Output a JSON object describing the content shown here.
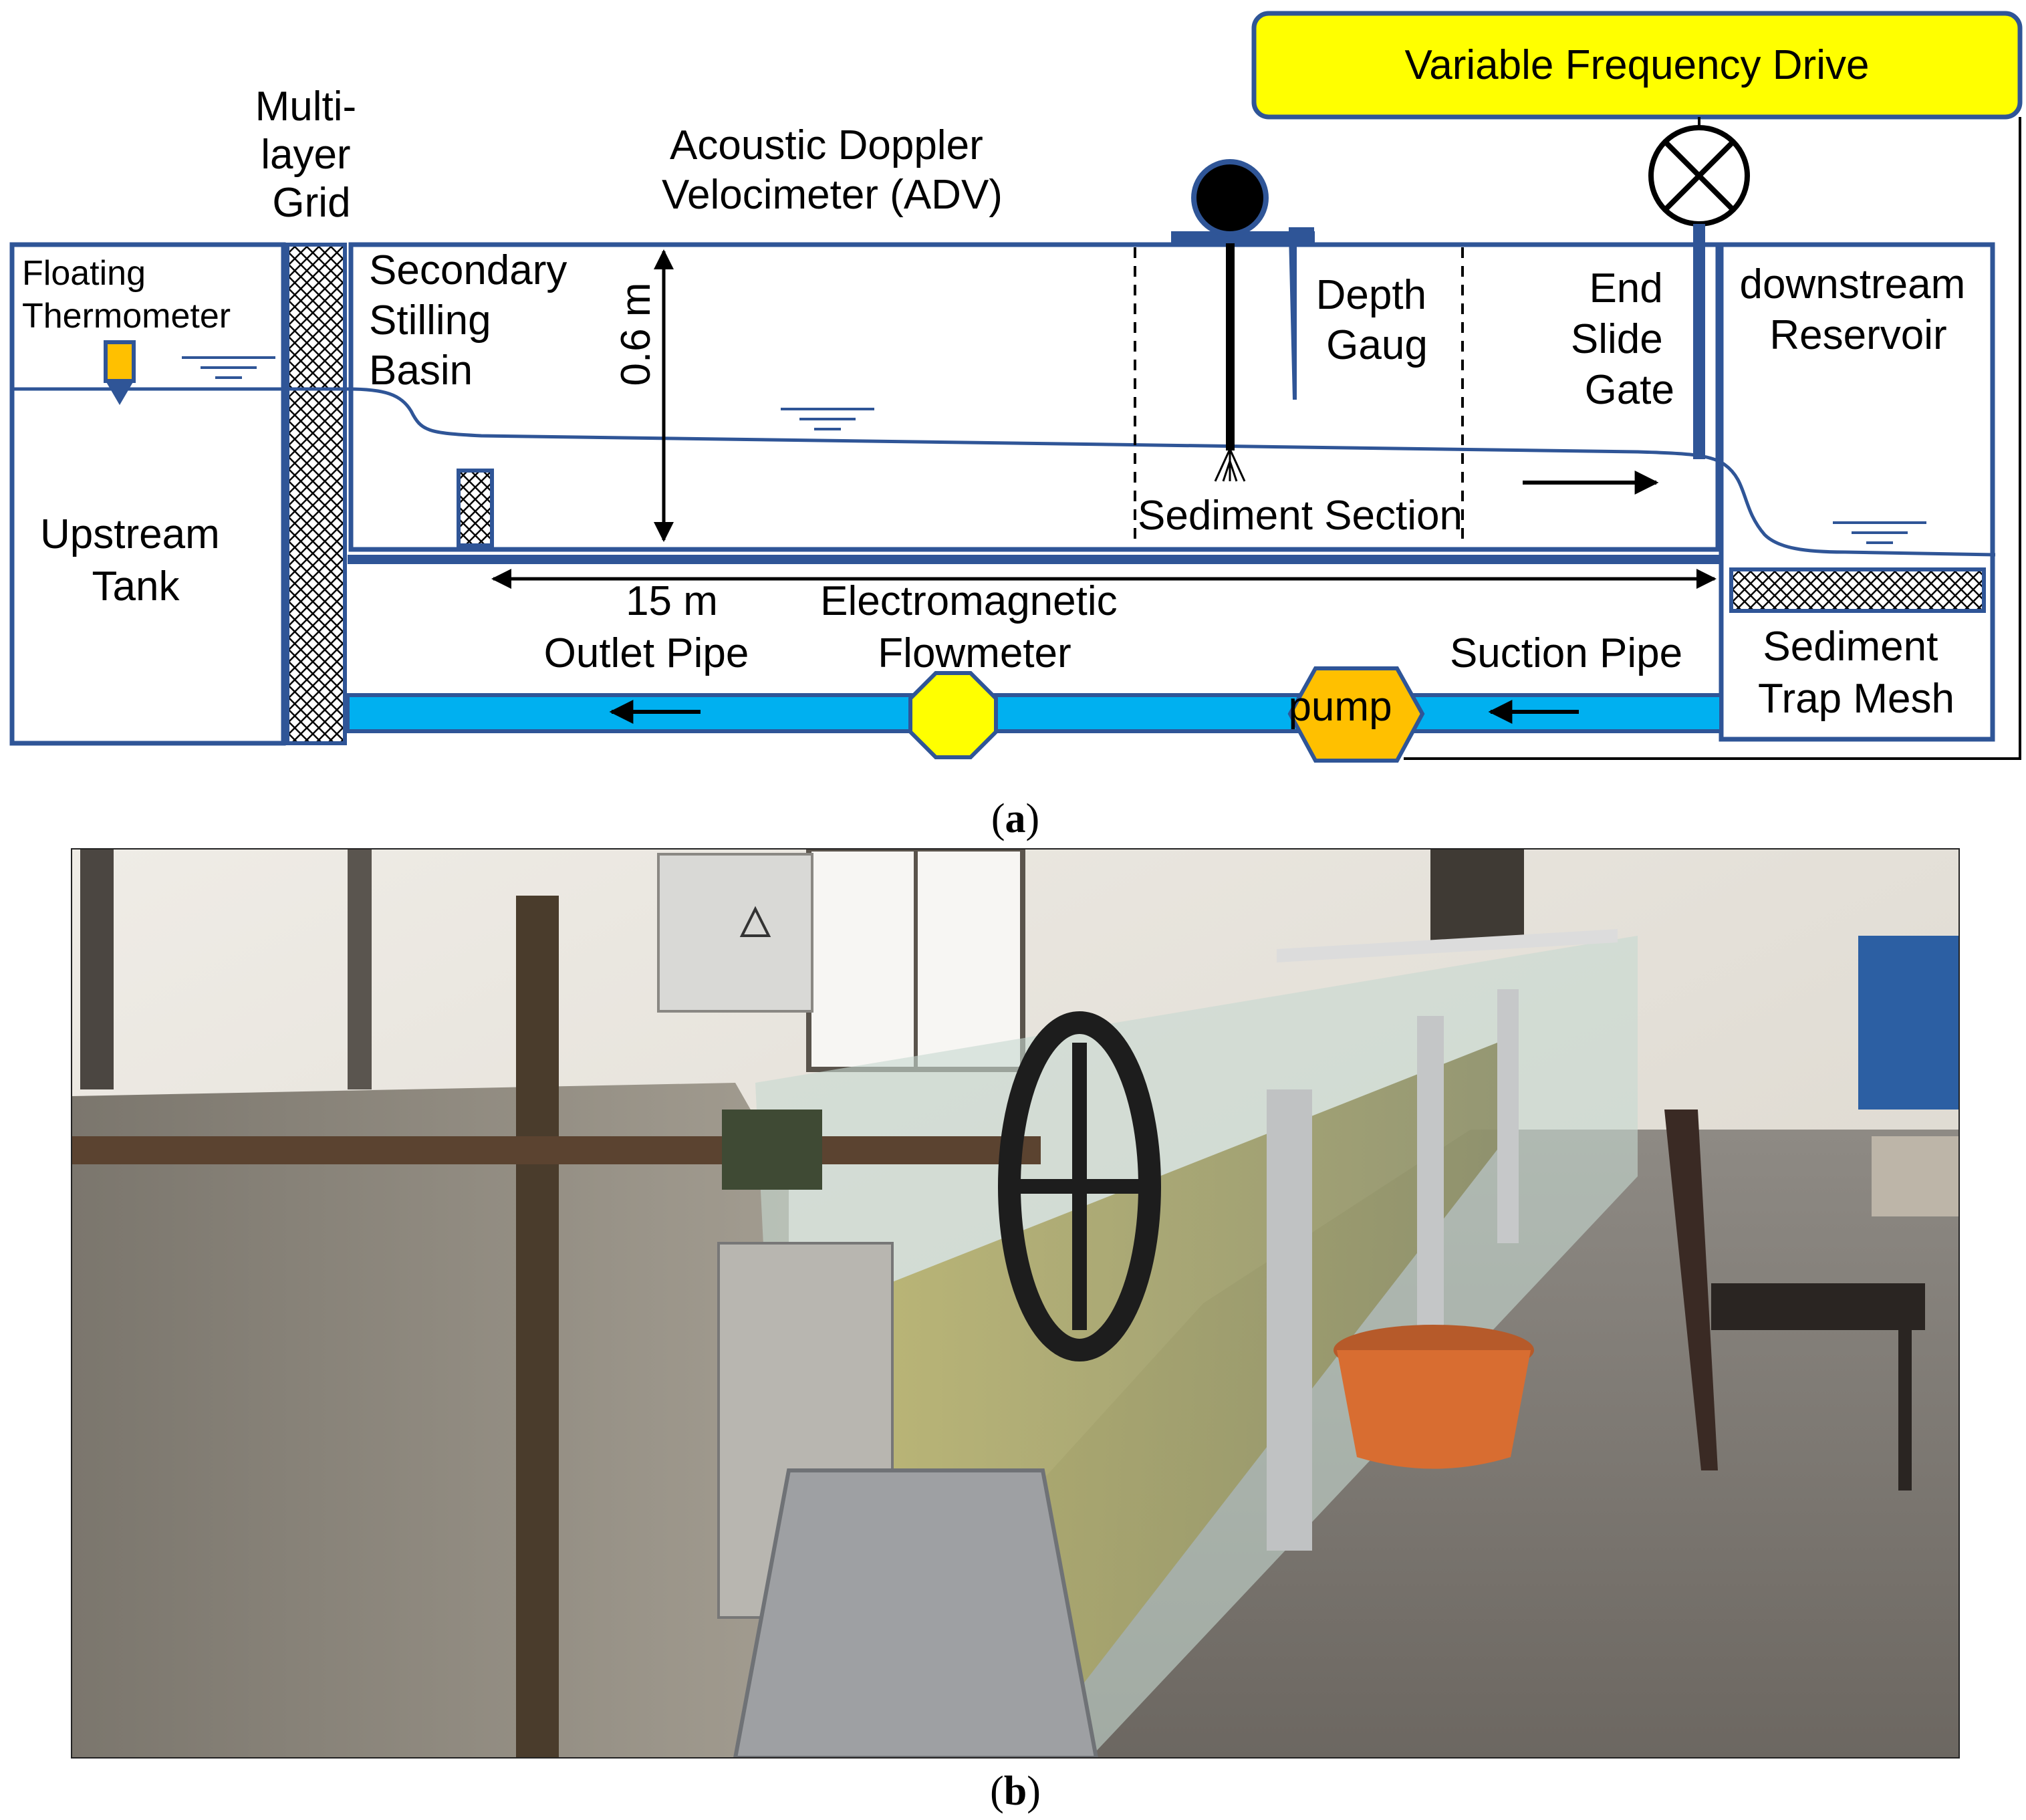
{
  "schematic": {
    "vfd_label": "Variable Frequency Drive",
    "grid_label": [
      "Multi-",
      "layer",
      "Grid"
    ],
    "adv_label": [
      "Acoustic Doppler",
      "Velocimeter (ADV)"
    ],
    "thermometer_label": [
      "Floating",
      "Thermometer"
    ],
    "stilling_label": [
      "Secondary",
      "Stilling",
      "Basin"
    ],
    "height_label": "0.6 m",
    "depth_gauge_label": [
      "Depth",
      "Gaug"
    ],
    "gate_label": [
      "End",
      "Slide",
      "Gate"
    ],
    "reservoir_label": [
      "downstream",
      "Reservoir"
    ],
    "upstream_label": [
      "Upstream",
      "Tank"
    ],
    "sediment_section_label": "Sediment Section",
    "length_label": "15 m",
    "outlet_pipe_label": "Outlet Pipe",
    "flowmeter_label": [
      "Electromagnetic",
      "Flowmeter"
    ],
    "suction_pipe_label": "Suction Pipe",
    "pump_label": "pump",
    "trap_label": [
      "Sediment",
      "Trap Mesh"
    ]
  },
  "captions": {
    "a": [
      "(",
      "a",
      ")"
    ],
    "b": [
      "(",
      "b",
      ")"
    ]
  },
  "colors": {
    "outline": "#2f5597",
    "water": "#2f5597",
    "pipe": "#00b0f0",
    "vfd_fill": "#ffff00",
    "pump_fill": "#ffc000",
    "flowmeter_fill": "#ffff00"
  }
}
